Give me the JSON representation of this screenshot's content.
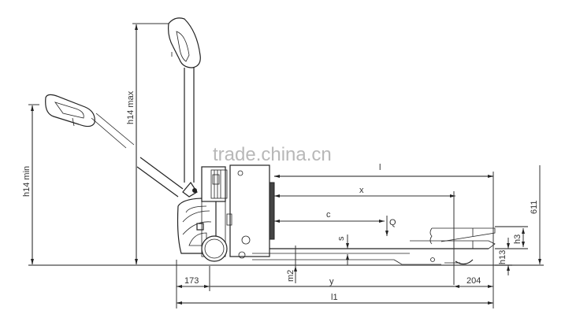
{
  "watermark": "trade.china.cn",
  "dimensions": {
    "h14_min": "h14 min",
    "h14_max": "h14 max",
    "l": "l",
    "x": "x",
    "c": "c",
    "Q": "Q",
    "s": "s",
    "m2": "m2",
    "y": "y",
    "l1": "l1",
    "d173": "173",
    "d204": "204",
    "d611": "611",
    "h3": "h3",
    "h13": "h13"
  }
}
